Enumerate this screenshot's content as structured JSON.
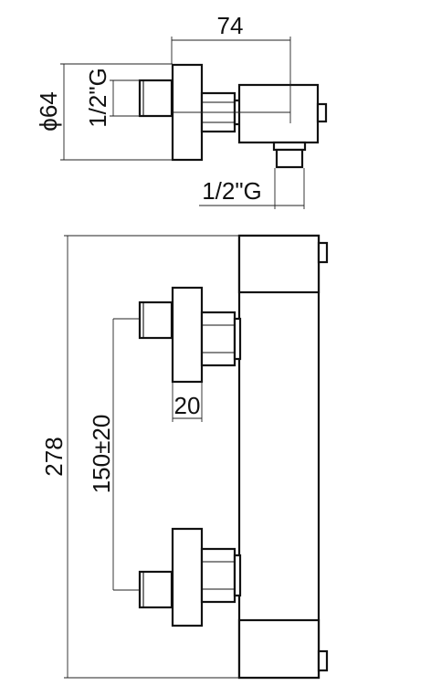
{
  "colors": {
    "line": "#111111",
    "background": "#ffffff"
  },
  "dimensions": {
    "width_top": "74",
    "diameter": "ϕ64",
    "inlet_thread_side": "1/2\"G",
    "outlet_thread": "1/2\"G",
    "total_height": "278",
    "center_distance": "150±20",
    "fitting_width": "20"
  }
}
